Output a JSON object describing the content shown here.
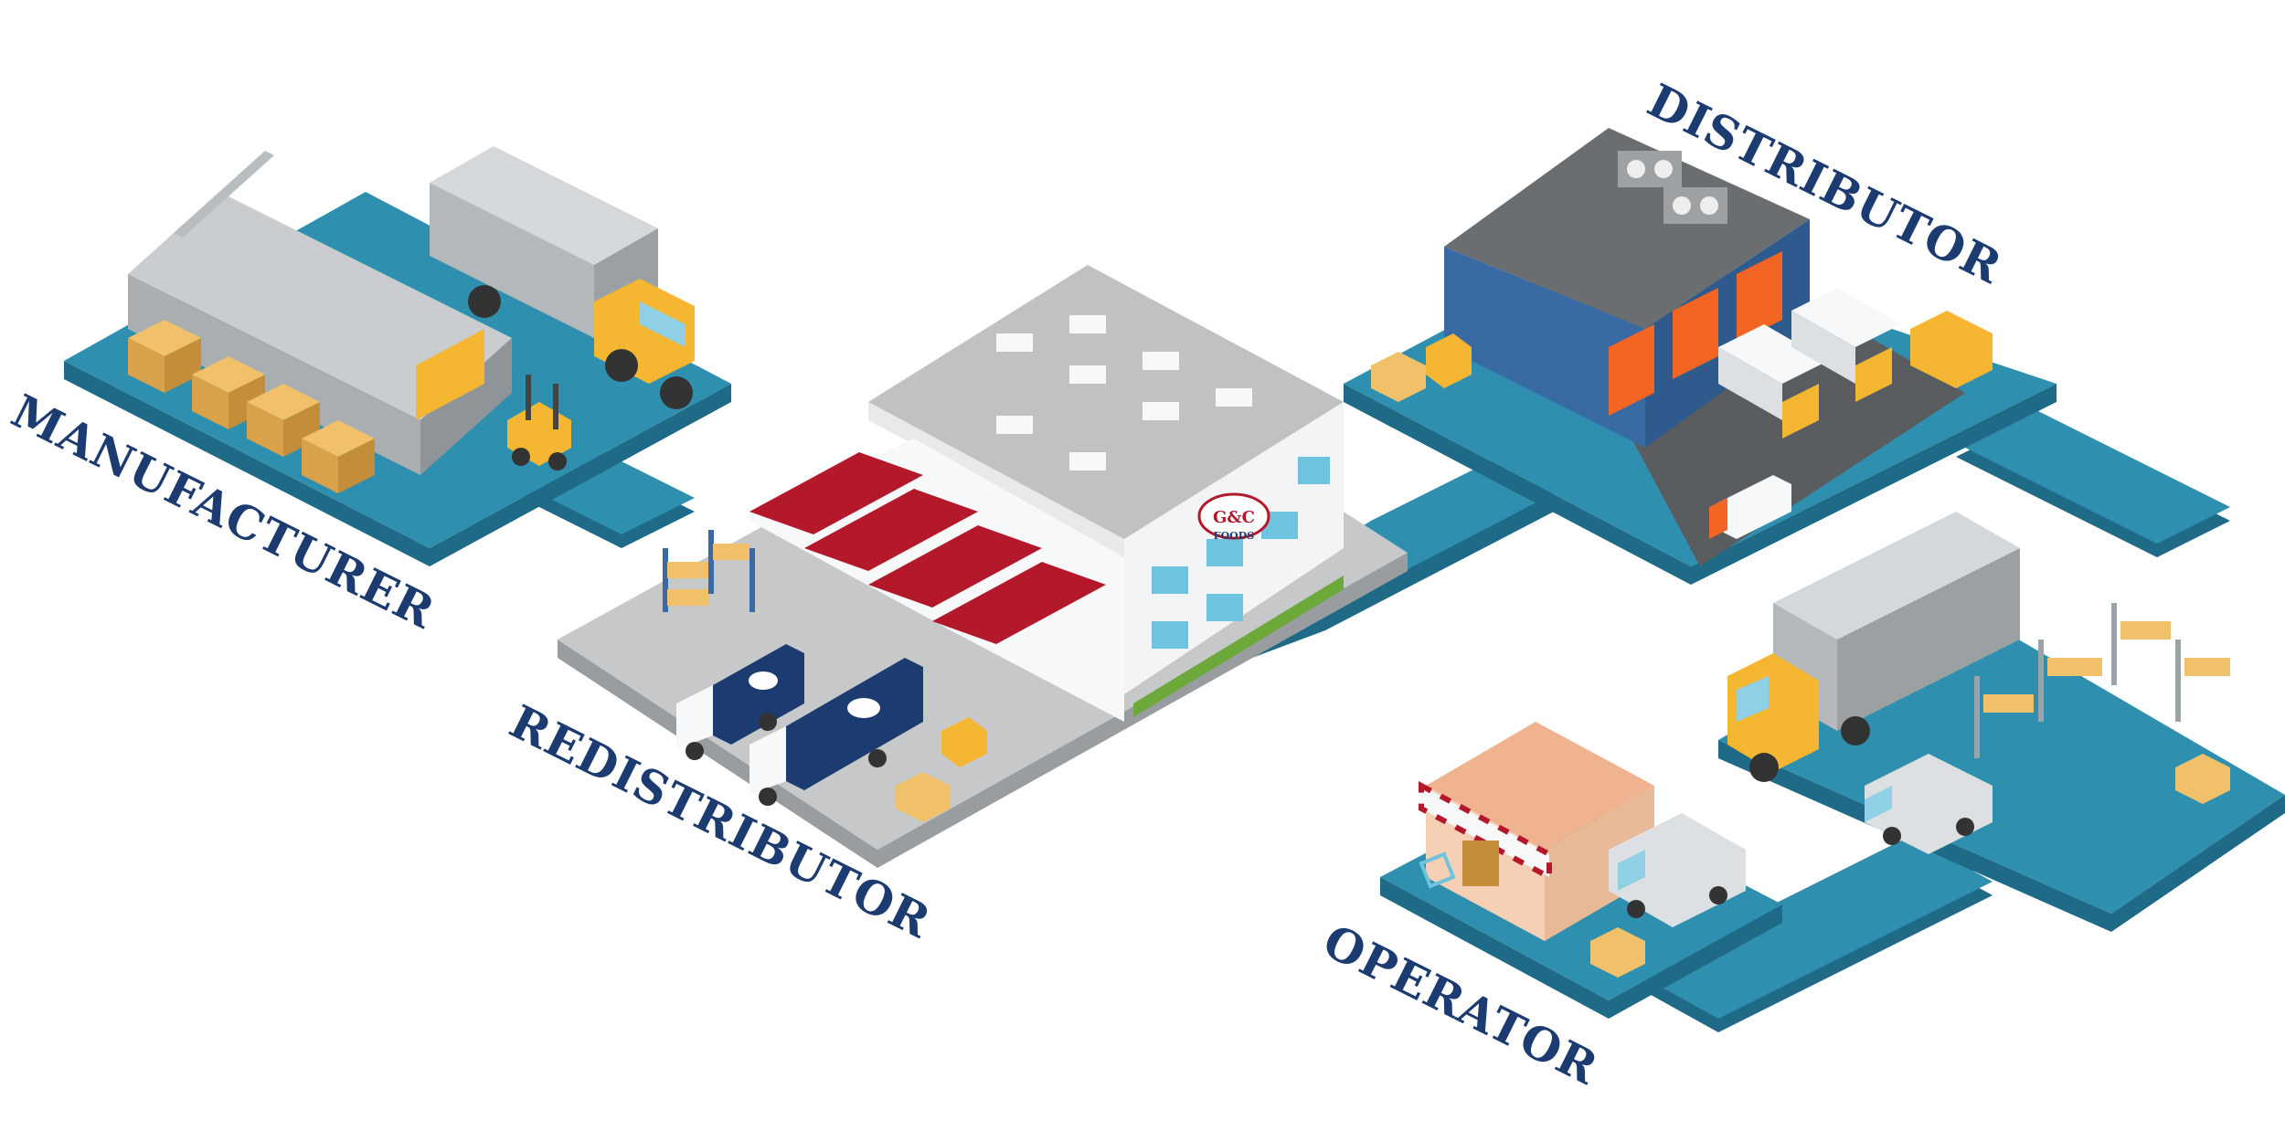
{
  "stages": {
    "manufacturer": {
      "label": "MANUFACTURER"
    },
    "redistributor": {
      "label": "REDISTRIBUTOR"
    },
    "distributor": {
      "label": "DISTRIBUTOR"
    },
    "operator": {
      "label": "OPERATOR"
    }
  },
  "brand": {
    "logo": "G&C",
    "sub": "FOODS"
  },
  "colors": {
    "label": "#1c3b70",
    "road_top": "#2f8fae",
    "road_side": "#1f6a86",
    "platform_top": "#2f8fae",
    "platform_side": "#1f6a86",
    "box": "#f0c06b",
    "truck_cab": "#f5b731",
    "roof_red": "#b3182b",
    "door_orange": "#f26522",
    "warehouse_blue": "#3a6aa3",
    "trailer_navy": "#1c3b70"
  },
  "icons": [
    "warehouse-icon",
    "truck-icon",
    "forklift-icon",
    "pallet-icon",
    "shop-icon",
    "van-icon",
    "shelf-icon"
  ]
}
